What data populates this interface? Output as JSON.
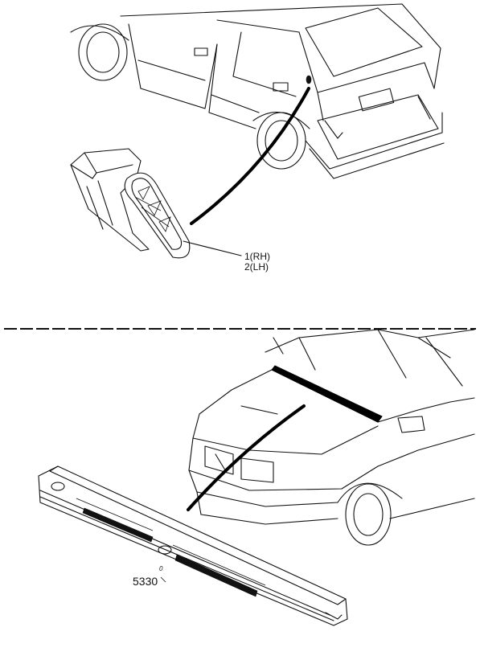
{
  "figure": {
    "top_view": {
      "callout_label_1": "1(RH)",
      "callout_label_2": "2(LH)"
    },
    "bottom_view": {
      "part_number": "5330",
      "part_number_mark": "0"
    }
  }
}
